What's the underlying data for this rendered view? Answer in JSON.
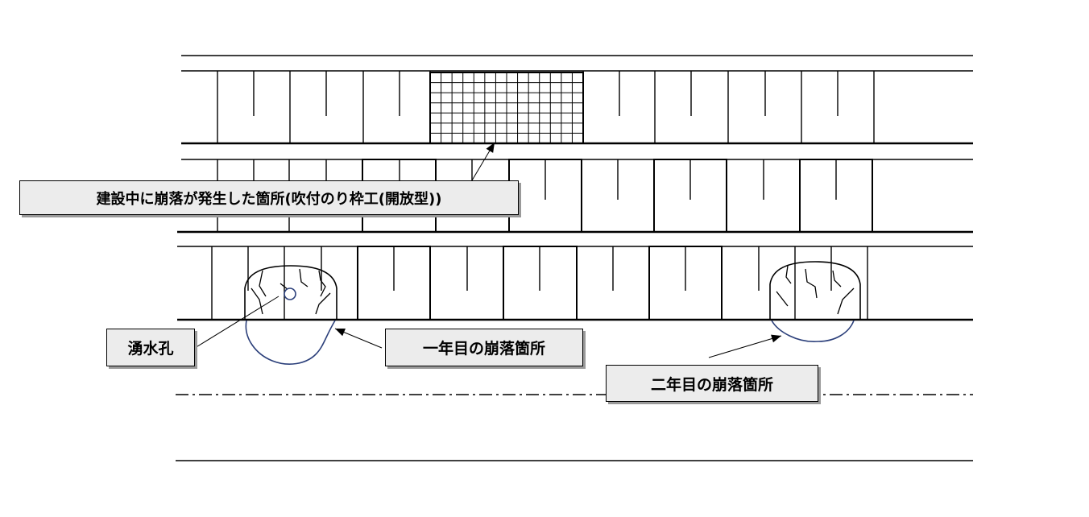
{
  "labels": {
    "collapse_during_construction": "建設中に崩落が発生した箇所(吹付のり枠工(開放型))",
    "weep_hole": "湧水孔",
    "first_year_collapse": "一年目の崩落箇所",
    "second_year_collapse": "二年目の崩落箇所"
  },
  "colors": {
    "line": "#000000",
    "collapse_outline": "#2b3f7a",
    "label_background": "#ececec",
    "label_shadow": "#9a9a9a"
  }
}
